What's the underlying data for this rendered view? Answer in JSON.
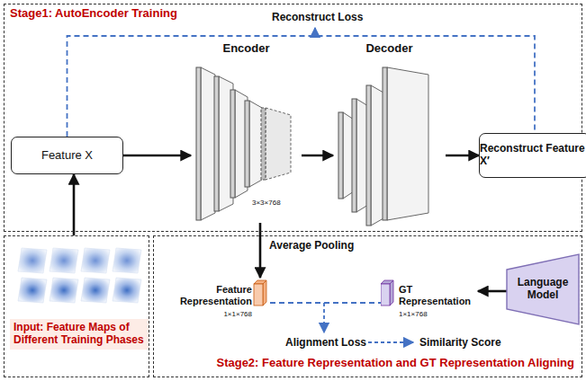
{
  "diagram": {
    "nodes": [
      {
        "text": [
          "Stage1: AutoEncoder Training"
        ]
      },
      {
        "text": [
          "Feature X"
        ],
        "in": 0
      },
      {
        "text": [
          "Encoder",
          "3×3×768"
        ],
        "in": 0
      },
      {
        "text": [
          "Decoder"
        ],
        "in": 0
      },
      {
        "text": [
          "Reconstruct Feature X′"
        ],
        "in": 0
      },
      {
        "text": [
          "Input: Feature Maps of Different Training Phases"
        ]
      },
      {
        "text": [
          "Stage2: Feature Representation and GT Representation Aligning"
        ]
      },
      {
        "text": [
          "Feature Representation",
          "1×1×768"
        ],
        "in": 6
      },
      {
        "text": [
          "GT Representation",
          "1×1×768"
        ],
        "in": 6
      },
      {
        "text": [
          "Language Model"
        ],
        "in": 6
      }
    ],
    "edges": [
      {
        "from": 1,
        "to": 2,
        "arrow": "to"
      },
      {
        "from": 2,
        "to": 3,
        "arrow": "to"
      },
      {
        "from": 3,
        "to": 4,
        "arrow": "to"
      },
      {
        "from": 5,
        "to": 1,
        "arrow": "to"
      },
      {
        "from": 2,
        "to": 7,
        "label": "Average Pooling",
        "arrow": "to"
      },
      {
        "from": 9,
        "to": 8,
        "arrow": "to"
      },
      {
        "from": 7,
        "to": 8,
        "arrow": "none"
      },
      {
        "from": 1,
        "to": 4,
        "label": "Reconstruct Loss",
        "arrow": "none"
      }
    ],
    "labels": [
      "Alignment Loss",
      "Similarity Score"
    ]
  }
}
